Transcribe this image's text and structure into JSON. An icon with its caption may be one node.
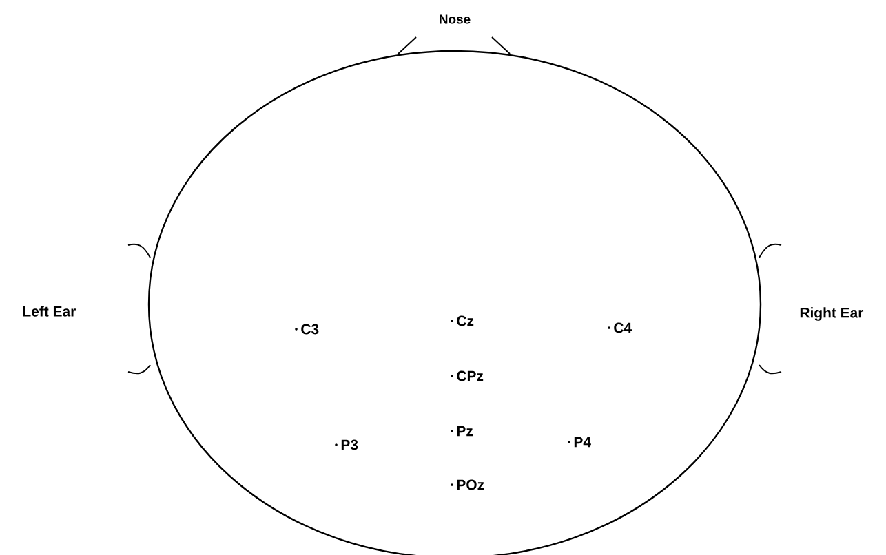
{
  "diagram": {
    "labels": [
      "Nose",
      "Left Ear",
      "C3",
      "Cz",
      "C4",
      "Right Ear",
      "CPz",
      "P3",
      "Pz",
      "P4",
      "POz"
    ]
  }
}
